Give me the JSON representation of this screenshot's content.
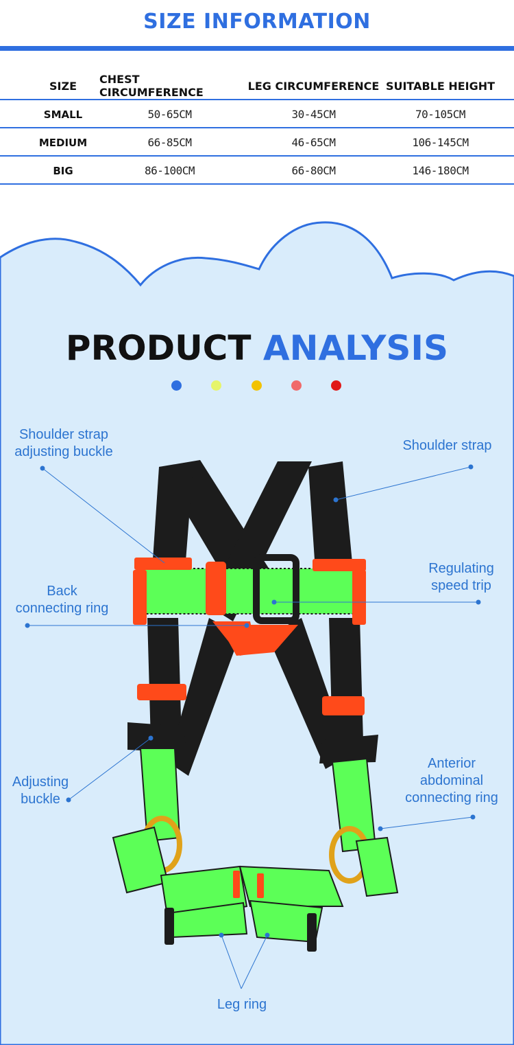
{
  "size_info": {
    "title": "SIZE INFORMATION",
    "headers": [
      "SIZE",
      "CHEST CIRCUMFERENCE",
      "LEG CIRCUMFERENCE",
      "SUITABLE HEIGHT"
    ],
    "rows": [
      {
        "size": "SMALL",
        "chest": "50-65CM",
        "leg": "30-45CM",
        "height": "70-105CM"
      },
      {
        "size": "MEDIUM",
        "chest": "66-85CM",
        "leg": "46-65CM",
        "height": "106-145CM"
      },
      {
        "size": "BIG",
        "chest": "86-100CM",
        "leg": "66-80CM",
        "height": "146-180CM"
      }
    ]
  },
  "analysis": {
    "title_part1": "PRODUCT",
    "title_part2": "ANALYSIS",
    "dot_colors": [
      "#2f6fe0",
      "#e6f56a",
      "#f2c200",
      "#f06a6a",
      "#e01818"
    ],
    "labels": {
      "shoulder_strap_adjusting_buckle": "Shoulder strap\nadjusting buckle",
      "shoulder_strap": "Shoulder strap",
      "regulating_speed_trip": "Regulating\nspeed trip",
      "back_connecting_ring": "Back\nconnecting ring",
      "adjusting_buckle": "Adjusting\nbuckle",
      "anterior_abdominal_connecting_ring": "Anterior\nabdominal\nconnecting ring",
      "leg_ring": "Leg ring"
    }
  },
  "colors": {
    "accent_blue": "#2f6fe0",
    "background_light_blue": "#d9ecfb",
    "label_blue": "#2c74d0",
    "webbing_green": "#5cff57",
    "strap_black": "#1c1c1c",
    "buckle_orange": "#ff4a1a",
    "ring_gold": "#e0a21a"
  }
}
